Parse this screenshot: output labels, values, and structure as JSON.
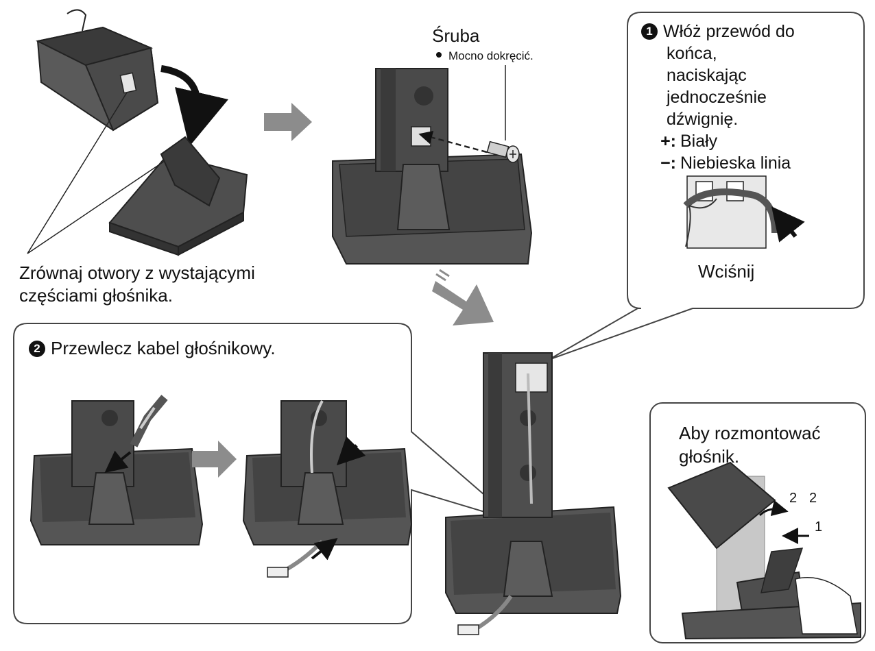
{
  "step1": {
    "align_caption_line1": "Zrównaj otwory z wystającymi",
    "align_caption_line2": "częściami głośnika."
  },
  "step2": {
    "screw_label": "Śruba",
    "screw_note": "Mocno dokręcić."
  },
  "callout1": {
    "number": "1",
    "lines": [
      "Włóż przewód do",
      "końca,",
      "naciskając",
      "jednocześnie",
      "dźwignię."
    ],
    "plus_symbol": "+:",
    "plus_label": "Biały",
    "minus_symbol": "−:",
    "minus_label": "Niebieska linia",
    "press_label": "Wciśnij"
  },
  "callout2": {
    "number": "2",
    "title": "Przewlecz kabel głośnikowy."
  },
  "disassembly": {
    "title_line1": "Aby rozmontować",
    "title_line2": "głośnik.",
    "num_2a": "2",
    "num_2b": "2",
    "num_1": "1"
  },
  "colors": {
    "dark_part": "#3a3a3a",
    "mid_part": "#5a5a5a",
    "light_part": "#8a8a8a",
    "arrow_gray": "#8c8c8c",
    "outline": "#222222",
    "bg_panel": "#c8c8c8"
  }
}
